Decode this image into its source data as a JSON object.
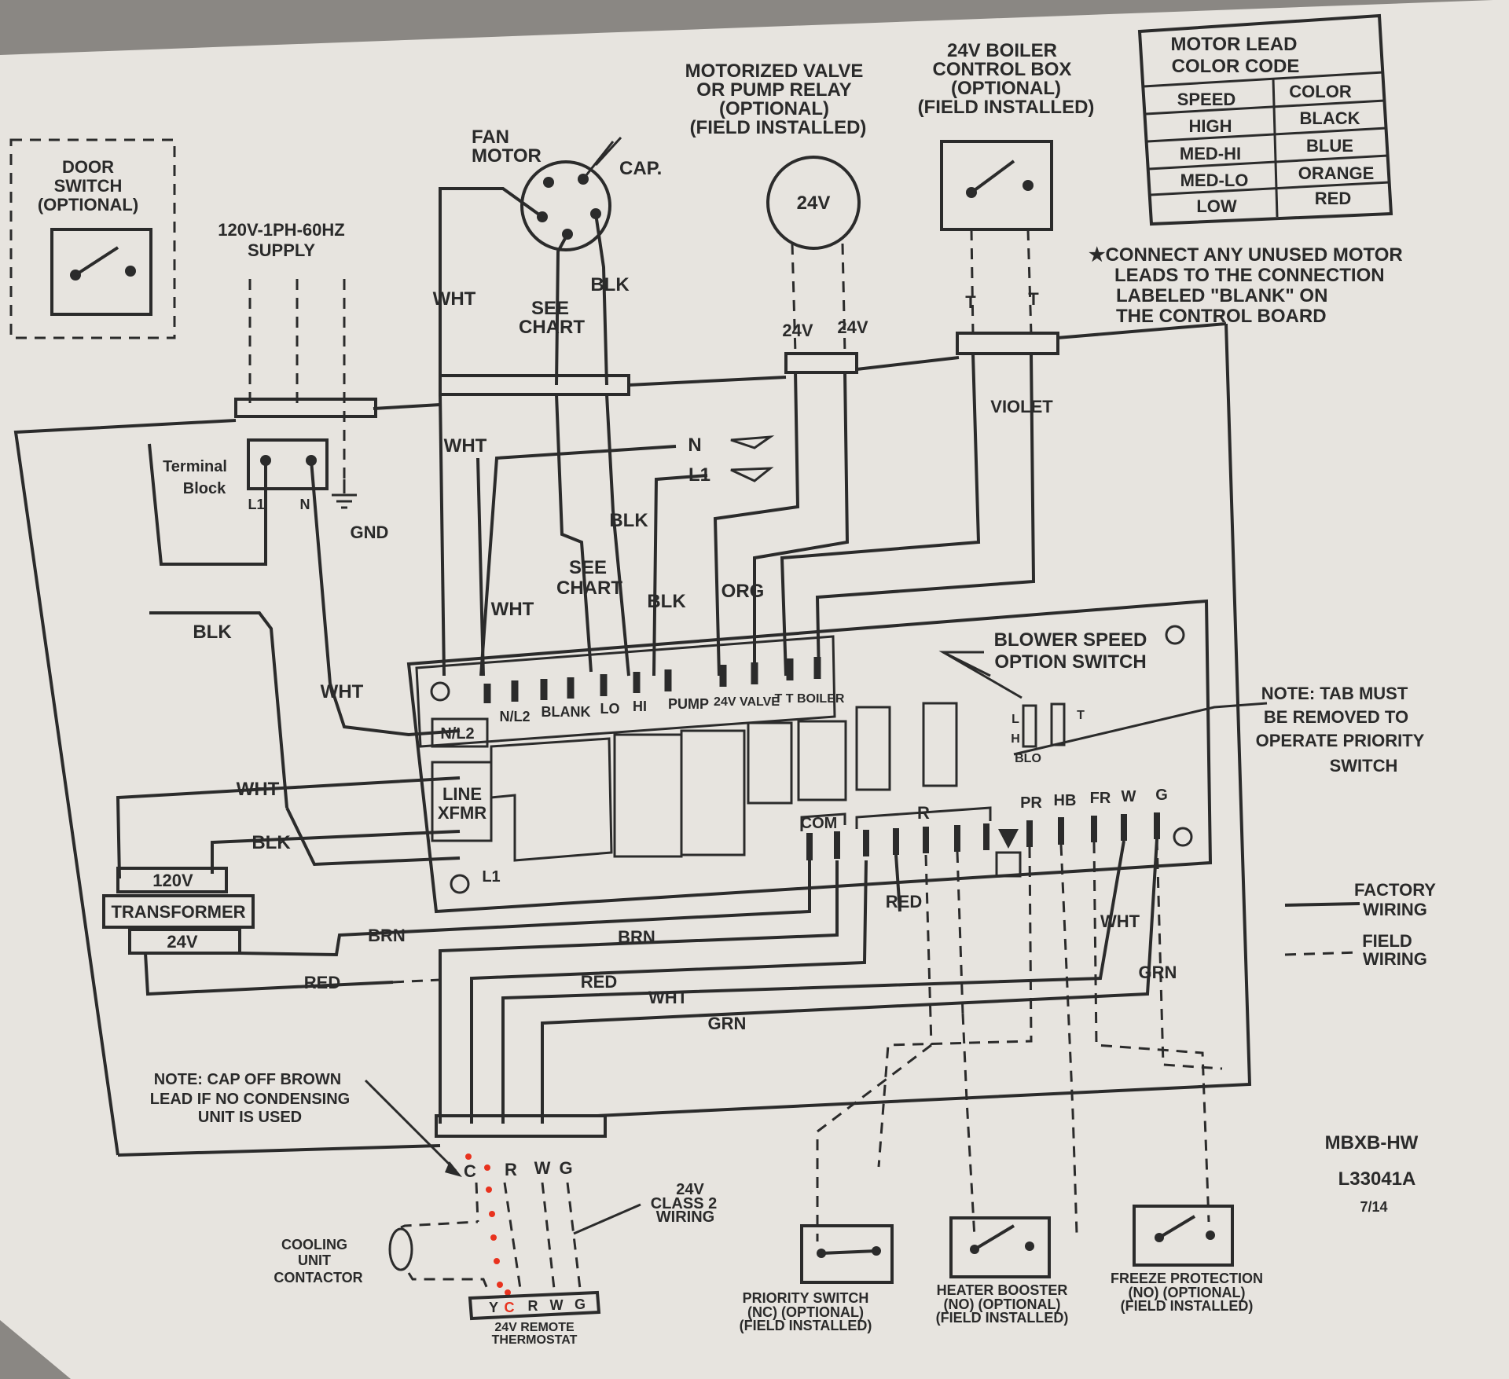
{
  "title": "MBXB-HW",
  "part_number": "L33041A",
  "date": "7/14",
  "door_switch": {
    "line1": "DOOR",
    "line2": "SWITCH",
    "line3": "(OPTIONAL)"
  },
  "supply": {
    "line1": "120V-1PH-60HZ",
    "line2": "SUPPLY"
  },
  "terminal_block": {
    "line1": "Terminal",
    "line2": "Block",
    "l1": "L1",
    "n": "N"
  },
  "gnd": "GND",
  "fan_motor": {
    "line1": "FAN",
    "line2": "MOTOR",
    "cap": "CAP."
  },
  "valve": {
    "line1": "MOTORIZED VALVE",
    "line2": "OR PUMP RELAY",
    "line3": "(OPTIONAL)",
    "line4": "(FIELD INSTALLED)",
    "circle": "24V",
    "lead1": "24V",
    "lead2": "24V"
  },
  "boiler": {
    "line1": "24V BOILER",
    "line2": "CONTROL BOX",
    "line3": "(OPTIONAL)",
    "line4": "(FIELD INSTALLED)",
    "lead1": "T",
    "lead2": "T",
    "violet": "VIOLET"
  },
  "color_code": {
    "title1": "MOTOR LEAD",
    "title2": "COLOR CODE",
    "header": [
      "SPEED",
      "COLOR"
    ],
    "rows": [
      [
        "HIGH",
        "BLACK"
      ],
      [
        "MED-HI",
        "BLUE"
      ],
      [
        "MED-LO",
        "ORANGE"
      ],
      [
        "LOW",
        "RED"
      ]
    ]
  },
  "unused_note": {
    "line1": "★CONNECT ANY UNUSED MOTOR",
    "line2": "LEADS TO THE CONNECTION",
    "line3": "LABELED \"BLANK\" ON",
    "line4": "THE CONTROL BOARD"
  },
  "wire_labels": {
    "wht": "WHT",
    "blk": "BLK",
    "see_chart1": "SEE",
    "see_chart2": "CHART",
    "n_arrow": "N",
    "l1_arrow": "L1",
    "org": "ORG",
    "brn": "BRN",
    "red": "RED",
    "grn": "GRN"
  },
  "board": {
    "terminals": [
      "N/L2",
      "BLANK",
      "LO",
      "HI",
      "PUMP",
      "24V VALVE",
      "T T BOILER"
    ],
    "n_l2": "N/L2",
    "line_xfmr1": "LINE",
    "line_xfmr2": "XFMR",
    "l1": "L1",
    "com": "COM",
    "r": "R",
    "low_terms": [
      "PR",
      "HB",
      "FR",
      "W",
      "G"
    ],
    "blower_speed1": "BLOWER SPEED",
    "blower_speed2": "OPTION SWITCH",
    "l": "L",
    "h": "H",
    "blo": "BLO",
    "t": "T"
  },
  "tab_note": {
    "line1": "NOTE: TAB MUST",
    "line2": "BE REMOVED TO",
    "line3": "OPERATE PRIORITY",
    "line4": "SWITCH"
  },
  "transformer": {
    "v120": "120V",
    "name": "TRANSFORMER",
    "v24": "24V"
  },
  "legend": {
    "factory1": "FACTORY",
    "factory2": "WIRING",
    "field1": "FIELD",
    "field2": "WIRING"
  },
  "cap_note": {
    "line1": "NOTE: CAP OFF BROWN",
    "line2": "LEAD IF NO CONDENSING",
    "line3": "UNIT IS USED"
  },
  "thermostat": {
    "terminals": [
      "C",
      "R",
      "W",
      "G"
    ],
    "bottom": [
      "Y",
      "C",
      "R",
      "W",
      "G"
    ],
    "line1": "24V REMOTE",
    "line2": "THERMOSTAT"
  },
  "class2": {
    "line1": "24V",
    "line2": "CLASS 2",
    "line3": "WIRING"
  },
  "cooling": {
    "line1": "COOLING",
    "line2": "UNIT",
    "line3": "CONTACTOR"
  },
  "priority": {
    "line1": "PRIORITY SWITCH",
    "line2": "(NC) (OPTIONAL)",
    "line3": "(FIELD INSTALLED)"
  },
  "booster": {
    "line1": "HEATER BOOSTER",
    "line2": "(NO) (OPTIONAL)",
    "line3": "(FIELD INSTALLED)"
  },
  "freeze": {
    "line1": "FREEZE PROTECTION",
    "line2": "(NO) (OPTIONAL)",
    "line3": "(FIELD INSTALLED)"
  },
  "colors": {
    "paper": "#e7e4df",
    "ink": "#2b2b2b",
    "marker": "#e8321e",
    "background": "#8a8783"
  }
}
